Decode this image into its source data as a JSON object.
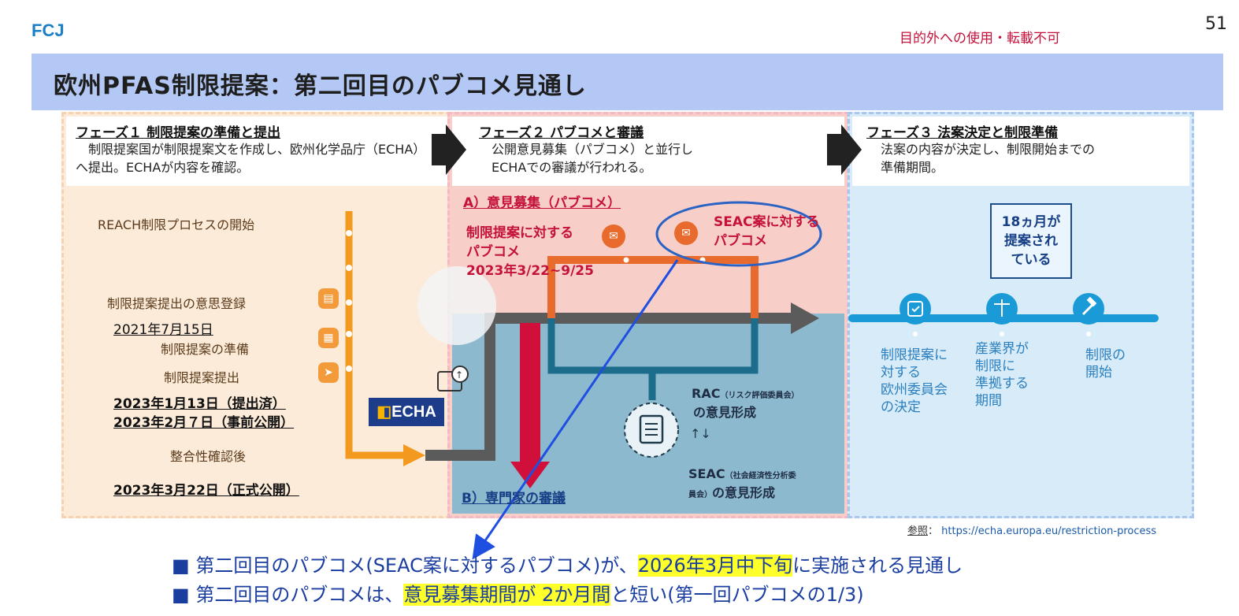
{
  "header": {
    "brand": "FCJ",
    "notice": "目的外への使用・転載不可",
    "page_number": "51",
    "title": "欧州PFAS制限提案：第二回目のパブコメ見通し"
  },
  "phase1": {
    "title": "フェーズ１ 制限提案の準備と提出",
    "desc": "　制限提案国が制限提案文を作成し、欧州化学品庁（ECHA）へ提出。ECHAが内容を確認。",
    "reach_start": "REACH制限プロセスの開始",
    "intent_registration": "制限提案提出の意思登録",
    "intent_date": "2021年7月15日",
    "preparation": "制限提案の準備",
    "submission": "制限提案提出",
    "submitted_date": "2023年1月13日（提出済）",
    "prepub_date": "2023年2月７日（事前公開）",
    "after_check": "整合性確認後",
    "official_date": "2023年3月22日（正式公開）",
    "echa_logo": "ECHA"
  },
  "phase2": {
    "title": "フェーズ２ パブコメと審議",
    "desc_line1": "公開意見募集（パブコメ）と並行し",
    "desc_line2": "ECHAでの審議が行われる。",
    "section_a": "A）意見募集（パブコメ）",
    "consult_line1": "制限提案に対する",
    "consult_line2": "パブコメ",
    "consult_line3": "2023年3/22~9/25",
    "seac_line1": "SEAC案に対する",
    "seac_line2": "パブコメ",
    "rac_label": "RAC",
    "rac_small": "（リスク評価委員会）",
    "rac_opinion": "の意見形成",
    "seac_label": "SEAC",
    "seac_small_1": "（社会経済性分析委",
    "seac_small_2": "員会）",
    "seac_opinion": "の意見形成",
    "section_b": "B）専門家の審議"
  },
  "phase3": {
    "title": "フェーズ３ 法案決定と制限準備",
    "desc_line1": "法案の内容が決定し、制限開始までの",
    "desc_line2": "準備期間。",
    "months_line1": "18ヵ月が",
    "months_line2": "提案され",
    "months_line3": "ている",
    "decision": [
      "制限提案に",
      "対する",
      "欧州委員会",
      "の決定"
    ],
    "compliance": [
      "産業界が",
      "制限に",
      "準拠する",
      "期間"
    ],
    "start": [
      "制限の",
      "開始"
    ]
  },
  "reference": {
    "label": "参照",
    "sep": "：",
    "url": "https://echa.europa.eu/restriction-process"
  },
  "bullets": {
    "b1_pre": "第二回目のパブコメ(SEAC案に対するパブコメ)が、",
    "b1_hl": "2026年3月中下旬",
    "b1_post": "に実施される見通し",
    "b2_pre": "第二回目のパブコメは、",
    "b2_hl": "意見募集期間が 2か月間",
    "b2_post": "と短い(第一回パブコメの1/3)",
    "marker": "■"
  },
  "colors": {
    "phase1_bg": "#fcebd9",
    "phase2_bg": "#f7cfc8",
    "phase2_lower": "#8db9cf",
    "phase3_bg": "#d7ecf8",
    "title_bar": "#b3c8f4",
    "accent_red": "#c4123a",
    "accent_blue": "#1a3da0",
    "timeline_orange": "#f39a1e",
    "timeline_gray": "#555555",
    "timeline_blue": "#1a9ad6"
  }
}
